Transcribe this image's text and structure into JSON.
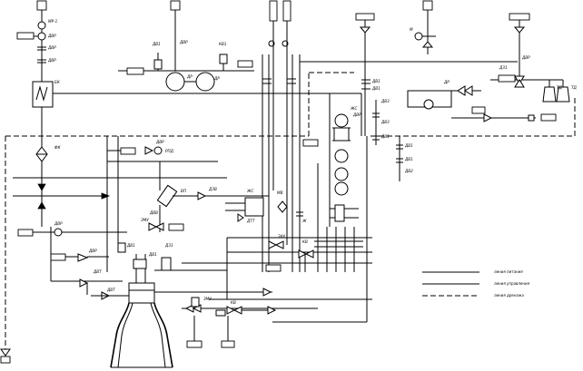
{
  "diagram": {
    "legend": [
      {
        "label": "линия питания"
      },
      {
        "label": "линия управления"
      },
      {
        "label": "линия дренажа"
      }
    ]
  }
}
